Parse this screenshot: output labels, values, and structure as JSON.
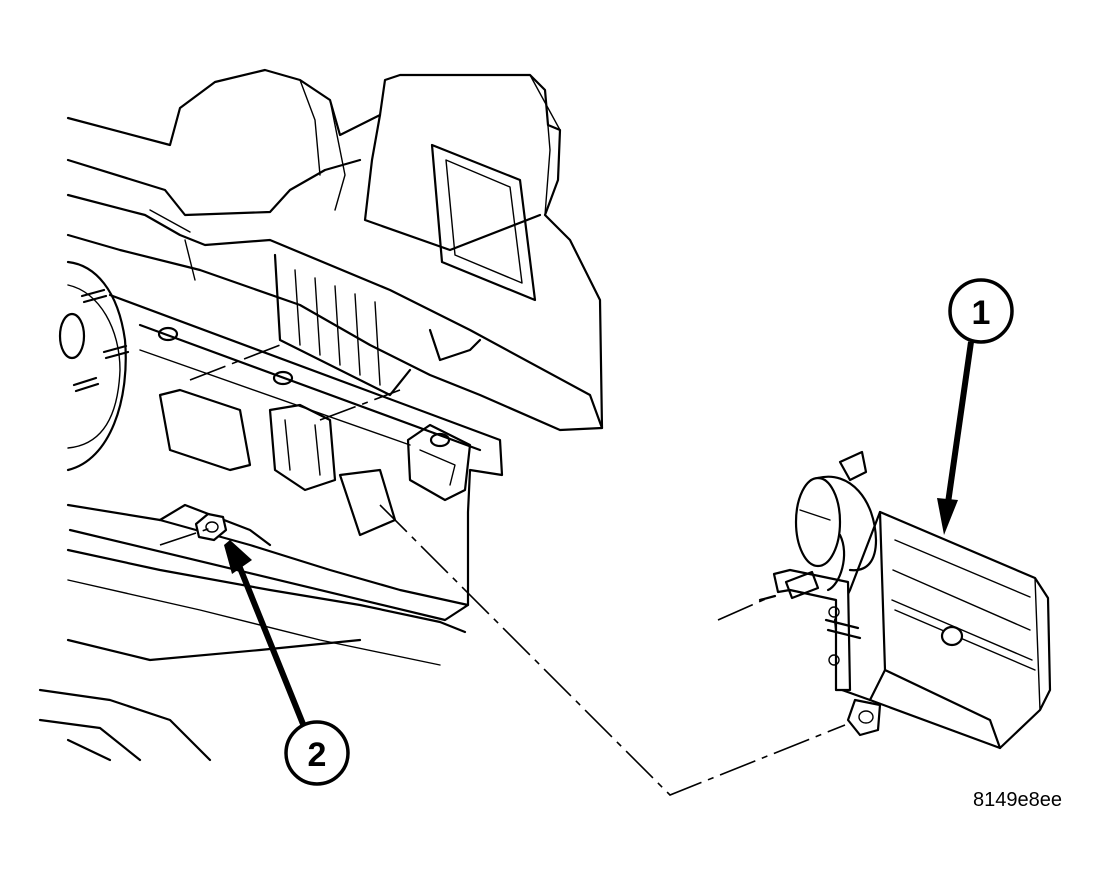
{
  "callouts": [
    {
      "id": "1",
      "label": "1"
    },
    {
      "id": "2",
      "label": "2"
    }
  ],
  "figure_code": "8149e8ee",
  "colors": {
    "line": "#000000",
    "background": "#ffffff"
  }
}
